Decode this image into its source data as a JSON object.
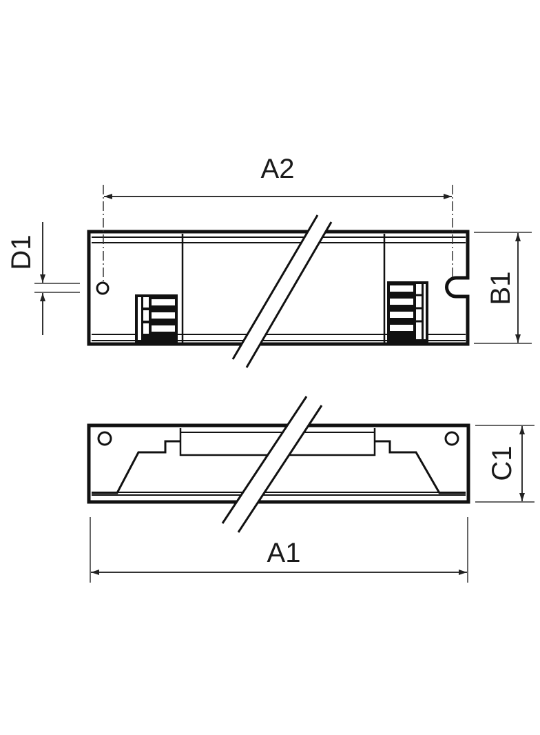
{
  "diagram": {
    "dimensions": {
      "a2": "A2",
      "a1": "A1",
      "b1": "B1",
      "c1": "C1",
      "d1": "D1"
    },
    "colors": {
      "line": "#111111",
      "dimension": "#333333",
      "background": "#ffffff"
    }
  }
}
